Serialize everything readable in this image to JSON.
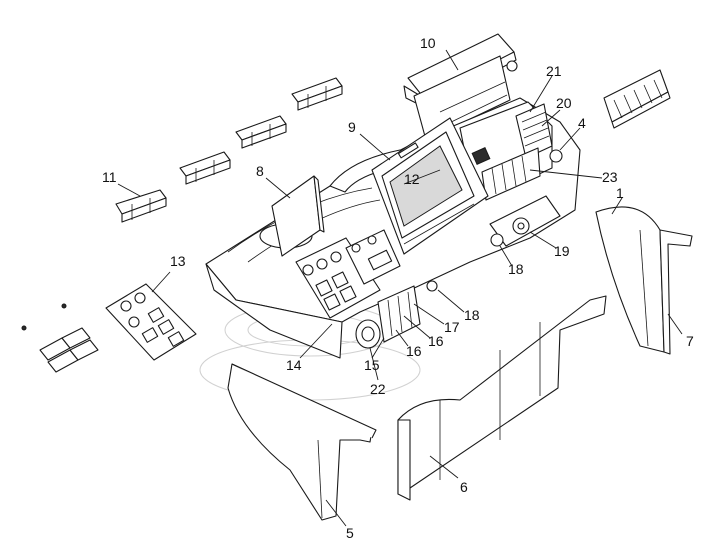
{
  "figure": {
    "type": "exploded-assembly-drawing",
    "colors": {
      "line": "#1a1a1a",
      "background": "#ffffff",
      "shade": "#d9d9d9"
    }
  },
  "callouts": [
    {
      "id": "c10",
      "label": "10"
    },
    {
      "id": "c21",
      "label": "21"
    },
    {
      "id": "c20",
      "label": "20"
    },
    {
      "id": "c4",
      "label": "4"
    },
    {
      "id": "c9",
      "label": "9"
    },
    {
      "id": "c23",
      "label": "23"
    },
    {
      "id": "c11",
      "label": "11"
    },
    {
      "id": "c8",
      "label": "8"
    },
    {
      "id": "c12",
      "label": "12"
    },
    {
      "id": "c1",
      "label": "1"
    },
    {
      "id": "c13",
      "label": "13"
    },
    {
      "id": "c19",
      "label": "19"
    },
    {
      "id": "c18a",
      "label": "18"
    },
    {
      "id": "c18b",
      "label": "18"
    },
    {
      "id": "c17",
      "label": "17"
    },
    {
      "id": "c16a",
      "label": "16"
    },
    {
      "id": "c16b",
      "label": "16"
    },
    {
      "id": "c7",
      "label": "7"
    },
    {
      "id": "c14",
      "label": "14"
    },
    {
      "id": "c15",
      "label": "15"
    },
    {
      "id": "c22",
      "label": "22"
    },
    {
      "id": "c6",
      "label": "6"
    },
    {
      "id": "c5",
      "label": "5"
    }
  ]
}
